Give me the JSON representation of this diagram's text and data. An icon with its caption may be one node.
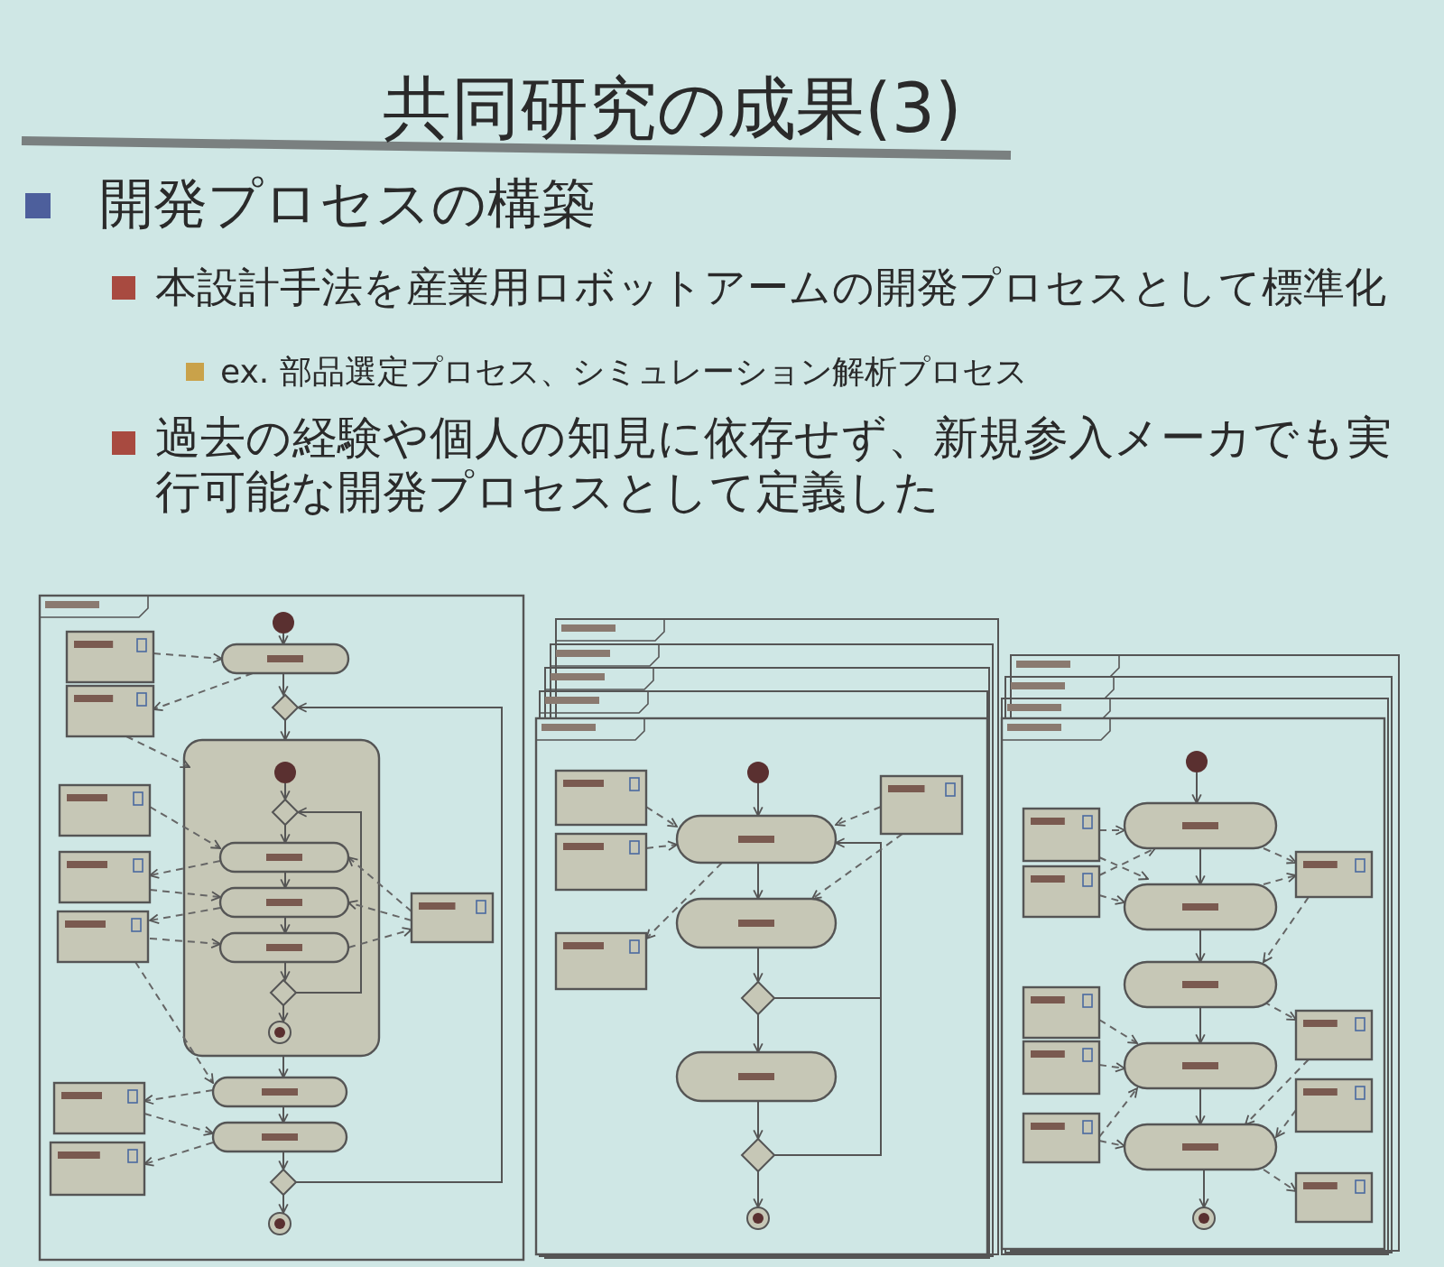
{
  "diagram": {
    "title": "共同研究の成果(3)",
    "labels": [
      "開発プロセスの構築",
      "本設計手法を産業用ロボットアームの開発プロセスとして標準化",
      "ex. 部品選定プロセス、シミュレーション解析プロセス",
      "過去の経験や個人の知見に依存せず、新規参入メーカでも実行可能な開発プロセスとして定義した"
    ]
  }
}
